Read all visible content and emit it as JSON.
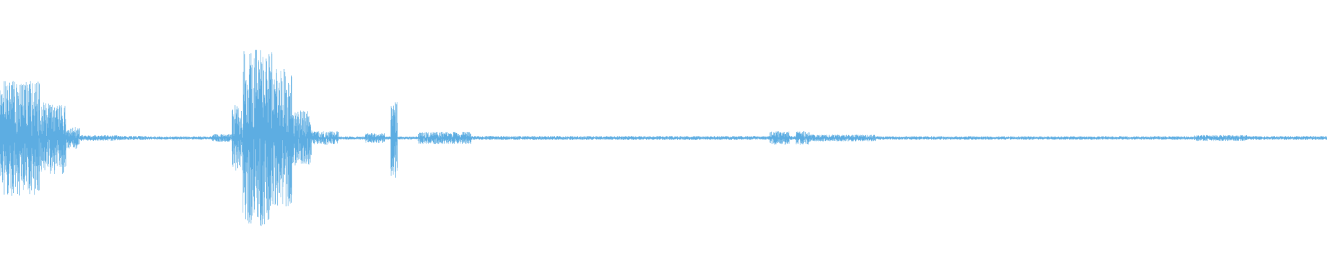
{
  "waveform": {
    "color": "#5dade2",
    "baseline_color": "#5dade2",
    "seed": 1337,
    "segments": [
      {
        "start": 0.0,
        "end": 0.03,
        "amp": 0.42
      },
      {
        "start": 0.03,
        "end": 0.05,
        "amp": 0.26
      },
      {
        "start": 0.05,
        "end": 0.06,
        "amp": 0.08
      },
      {
        "start": 0.06,
        "end": 0.09,
        "amp": 0.02
      },
      {
        "start": 0.09,
        "end": 0.11,
        "amp": 0.015
      },
      {
        "start": 0.11,
        "end": 0.16,
        "amp": 0.012
      },
      {
        "start": 0.16,
        "end": 0.175,
        "amp": 0.03
      },
      {
        "start": 0.175,
        "end": 0.183,
        "amp": 0.24
      },
      {
        "start": 0.183,
        "end": 0.205,
        "amp": 0.64
      },
      {
        "start": 0.205,
        "end": 0.22,
        "amp": 0.5
      },
      {
        "start": 0.22,
        "end": 0.235,
        "amp": 0.2
      },
      {
        "start": 0.235,
        "end": 0.255,
        "amp": 0.05
      },
      {
        "start": 0.255,
        "end": 0.275,
        "amp": 0.012
      },
      {
        "start": 0.275,
        "end": 0.29,
        "amp": 0.035
      },
      {
        "start": 0.2945,
        "end": 0.2995,
        "amp": 0.3
      },
      {
        "start": 0.3,
        "end": 0.315,
        "amp": 0.012
      },
      {
        "start": 0.315,
        "end": 0.355,
        "amp": 0.045
      },
      {
        "start": 0.355,
        "end": 0.58,
        "amp": 0.014
      },
      {
        "start": 0.58,
        "end": 0.595,
        "amp": 0.05
      },
      {
        "start": 0.595,
        "end": 0.6,
        "amp": 0.015
      },
      {
        "start": 0.6,
        "end": 0.61,
        "amp": 0.05
      },
      {
        "start": 0.61,
        "end": 0.66,
        "amp": 0.025
      },
      {
        "start": 0.66,
        "end": 0.9,
        "amp": 0.013
      },
      {
        "start": 0.9,
        "end": 0.94,
        "amp": 0.022
      },
      {
        "start": 0.94,
        "end": 1.0,
        "amp": 0.014
      }
    ]
  }
}
